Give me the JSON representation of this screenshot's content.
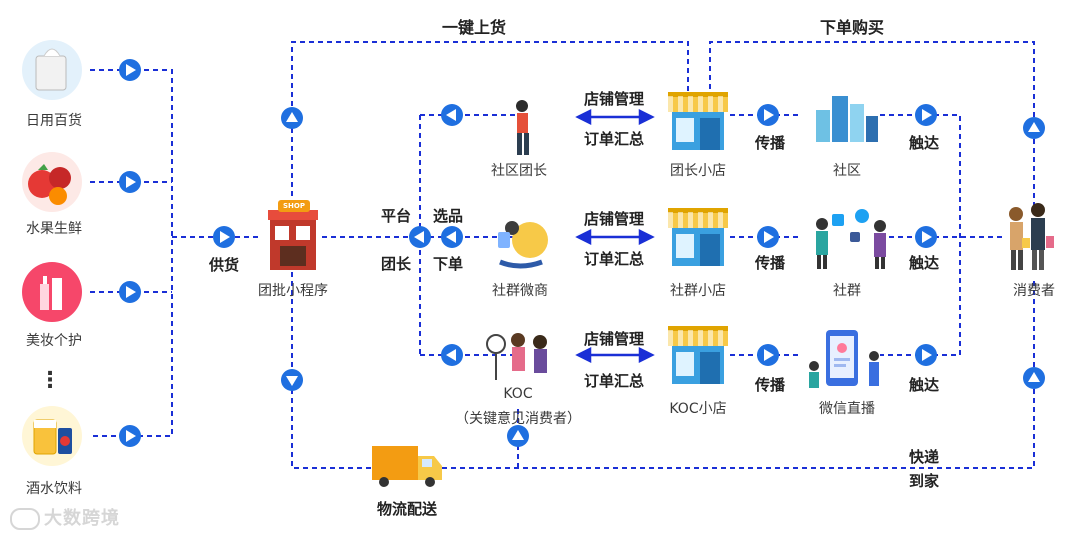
{
  "header": {
    "left_title": "一键上货",
    "right_title": "下单购买"
  },
  "categories": [
    {
      "label": "日用百货",
      "icon": "tissue-box-icon"
    },
    {
      "label": "水果生鲜",
      "icon": "fruit-icon"
    },
    {
      "label": "美妆个护",
      "icon": "cosmetics-icon"
    },
    {
      "label": "⋮",
      "icon": "ellipsis-icon"
    },
    {
      "label": "酒水饮料",
      "icon": "drinks-icon"
    }
  ],
  "hub": {
    "label": "团批小程序",
    "sign": "SHOP",
    "supply_label": "供货"
  },
  "platform": {
    "left_top": "平台",
    "right_top": "选品",
    "left_bottom": "团长",
    "right_bottom": "下单"
  },
  "rows": [
    {
      "role": "社区团长",
      "mgmt": "店铺管理",
      "summary": "订单汇总",
      "store": "团长小店",
      "spread": "传播",
      "channel": "社区",
      "reach": "触达"
    },
    {
      "role": "社群微商",
      "mgmt": "店铺管理",
      "summary": "订单汇总",
      "store": "社群小店",
      "spread": "传播",
      "channel": "社群",
      "reach": "触达"
    },
    {
      "role": "KOC",
      "role_sub": "（关键意见消费者）",
      "mgmt": "店铺管理",
      "summary": "订单汇总",
      "store": "KOC小店",
      "spread": "传播",
      "channel": "微信直播",
      "reach": "触达"
    }
  ],
  "consumer": {
    "label": "消费者"
  },
  "logistics": {
    "label": "物流配送",
    "delivery_line1": "快递",
    "delivery_line2": "到家"
  },
  "watermark": {
    "text": "大数跨境"
  },
  "colors": {
    "line": "#1a2fd6",
    "arrow": "#1f6fe0",
    "text": "#333333"
  }
}
